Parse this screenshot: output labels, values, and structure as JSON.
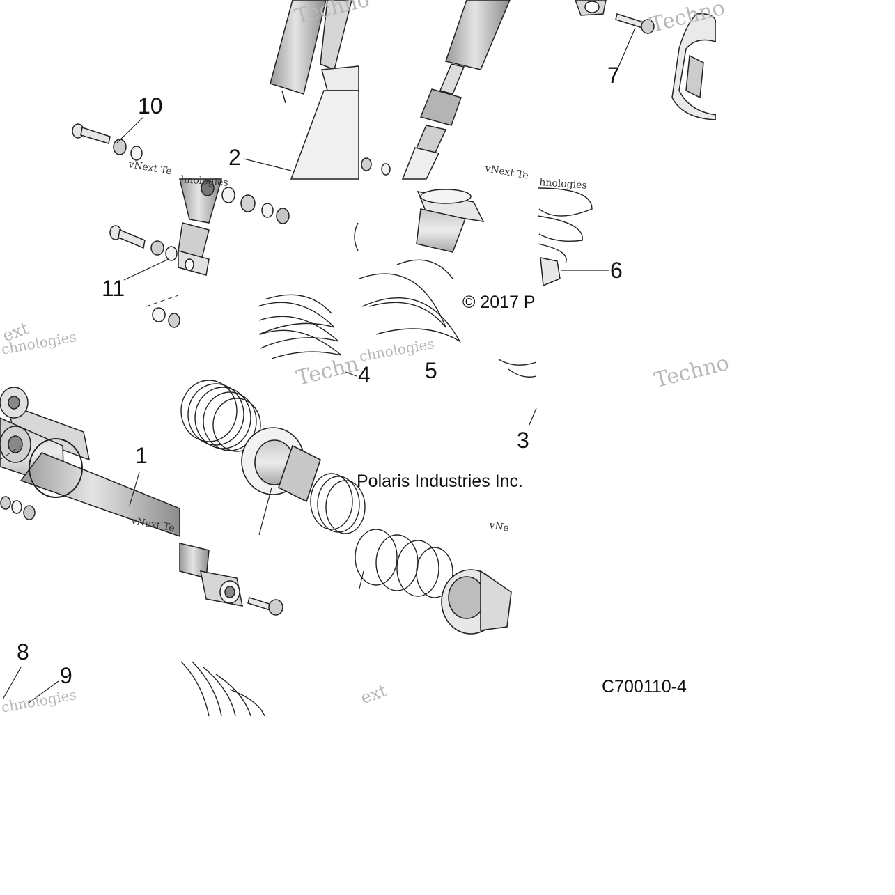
{
  "diagram": {
    "callouts": [
      {
        "id": "1",
        "label": "1"
      },
      {
        "id": "2",
        "label": "2"
      },
      {
        "id": "3",
        "label": "3"
      },
      {
        "id": "4",
        "label": "4"
      },
      {
        "id": "5",
        "label": "5"
      },
      {
        "id": "6",
        "label": "6"
      },
      {
        "id": "7",
        "label": "7"
      },
      {
        "id": "8",
        "label": "8"
      },
      {
        "id": "9",
        "label": "9"
      },
      {
        "id": "10",
        "label": "10"
      },
      {
        "id": "11",
        "label": "11"
      }
    ],
    "copyright_part1": "© 2017 P",
    "copyright_part2": "Polaris Industries Inc.",
    "figure_code": "C700110-4",
    "watermark_fragments": {
      "w1": "Techno",
      "w2": "Techno",
      "w3": "Techno",
      "w4": "vNext Te",
      "w5": "vNext Te",
      "w6": "vNext Te",
      "w7": "hnologies",
      "w8": "chnologies",
      "w9": "chnologies",
      "w10": "chnologies",
      "w11": "ext",
      "w12": "ext",
      "w13": "Techn",
      "w14": "vNe",
      "w15": "hnologies"
    }
  }
}
